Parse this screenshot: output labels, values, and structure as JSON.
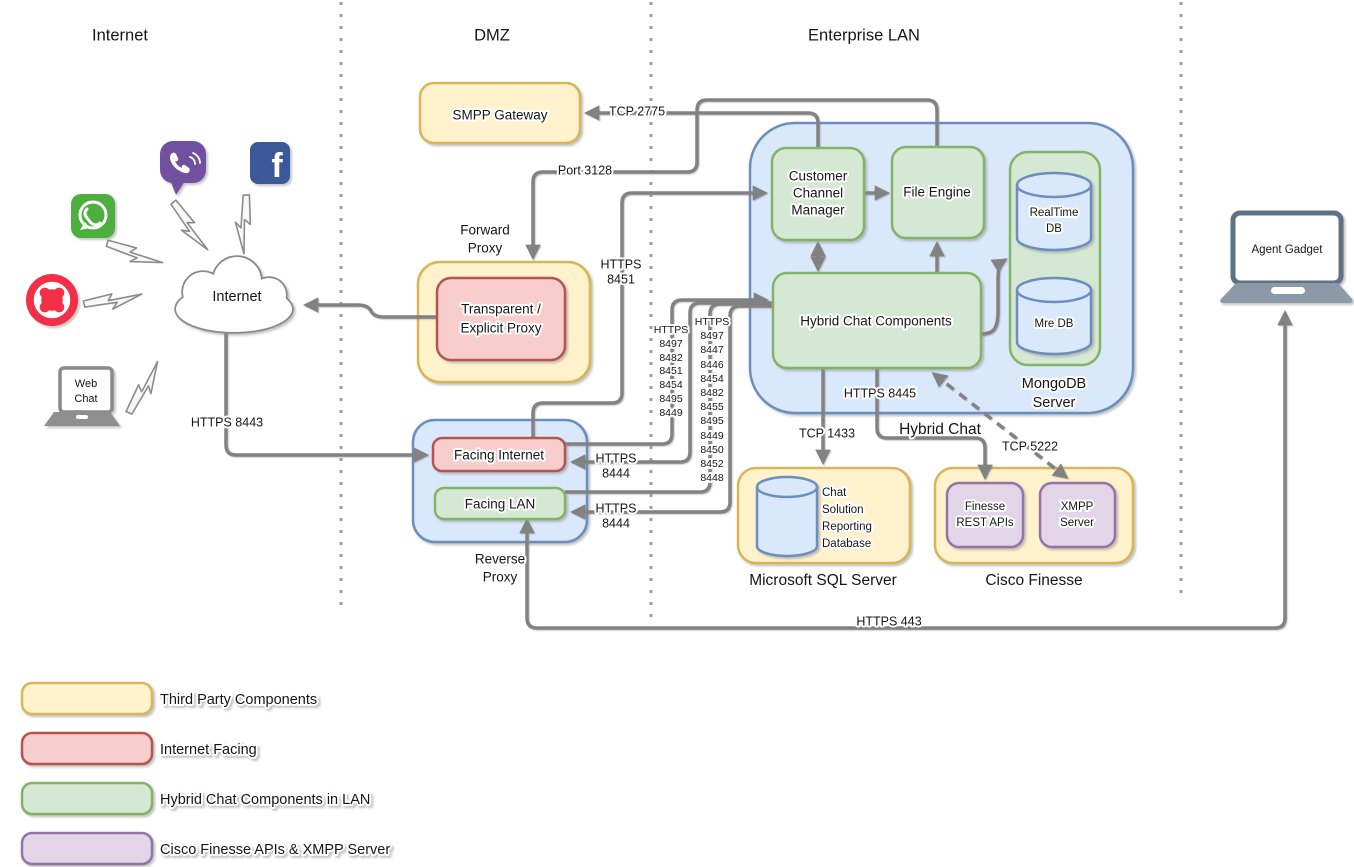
{
  "zones": {
    "internet": "Internet",
    "dmz": "DMZ",
    "lan": "Enterprise LAN"
  },
  "nodes": {
    "smpp": "SMPP Gateway",
    "forward_proxy": [
      "Forward",
      "Proxy"
    ],
    "transparent_proxy": [
      "Transparent /",
      "Explicit Proxy"
    ],
    "reverse_proxy": [
      "Reverse",
      "Proxy"
    ],
    "facing_internet": "Facing Internet",
    "facing_lan": "Facing LAN",
    "ccm": [
      "Customer",
      "Channel",
      "Manager"
    ],
    "file_engine": "File Engine",
    "hcc": "Hybrid Chat Components",
    "realtime_db": [
      "RealTime",
      "DB"
    ],
    "mre_db": "Mre DB",
    "mongodb": [
      "MongoDB",
      "Server"
    ],
    "sql_db": [
      "Chat",
      "Solution",
      "Reporting",
      "Database"
    ],
    "sql_server": "Microsoft SQL Server",
    "finesse_apis": [
      "Finesse",
      "REST APIs"
    ],
    "xmpp": [
      "XMPP",
      "Server"
    ],
    "cisco_finesse": "Cisco Finesse",
    "cloud": "Internet",
    "web_chat": [
      "Web",
      "Chat"
    ],
    "agent_gadget": "Agent Gadget"
  },
  "connections": {
    "tcp2775": "TCP 2775",
    "port3128": "Port 3128",
    "https8451": [
      "HTTPS",
      "8451"
    ],
    "https8443": "HTTPS 8443",
    "https8444_top": [
      "HTTPS",
      "8444"
    ],
    "https8444_bottom": [
      "HTTPS",
      "8444"
    ],
    "https8445": "HTTPS 8445",
    "tcp1433": "TCP 1433",
    "hybrid_chat": "Hybrid Chat",
    "tcp5222": "TCP 5222",
    "https443": "HTTPS 443"
  },
  "ports": {
    "col1": [
      "HTTPS",
      "8497",
      "8482",
      "8451",
      "8454",
      "8495",
      "8449"
    ],
    "col2": [
      "HTTPS",
      "8497",
      "8447",
      "8446",
      "8454",
      "8482",
      "8455",
      "8495",
      "8449",
      "8450",
      "8452",
      "8448"
    ]
  },
  "legend": [
    {
      "label": "Third Party Components",
      "color": "#FFF2CC",
      "border": "#D6B656"
    },
    {
      "label": "Internet Facing",
      "color": "#F8CECC",
      "border": "#B85450"
    },
    {
      "label": "Hybrid Chat Components in LAN",
      "color": "#D5E8D4",
      "border": "#82B366"
    },
    {
      "label": "Cisco Finesse APIs & XMPP Server",
      "color": "#E1D5E7",
      "border": "#9673A6"
    }
  ],
  "icons": {
    "facebook_glyph": "f"
  },
  "colors": {
    "yellow": {
      "fill": "#FFF2CC",
      "stroke": "#D6B656"
    },
    "red": {
      "fill": "#F8CECC",
      "stroke": "#B85450"
    },
    "green": {
      "fill": "#D5E8D4",
      "stroke": "#82B366"
    },
    "blue": {
      "fill": "#DAE8FC",
      "stroke": "#6C8EBF"
    },
    "purple": {
      "fill": "#E1D5E7",
      "stroke": "#9673A6"
    },
    "db": {
      "fill": "#DAE8FC",
      "stroke": "#6C8EBF"
    },
    "line": "#828282",
    "whatsapp": "#4CAF3E",
    "viber": "#71519F",
    "facebook": "#3B5998",
    "twilio": "#F22F46"
  }
}
